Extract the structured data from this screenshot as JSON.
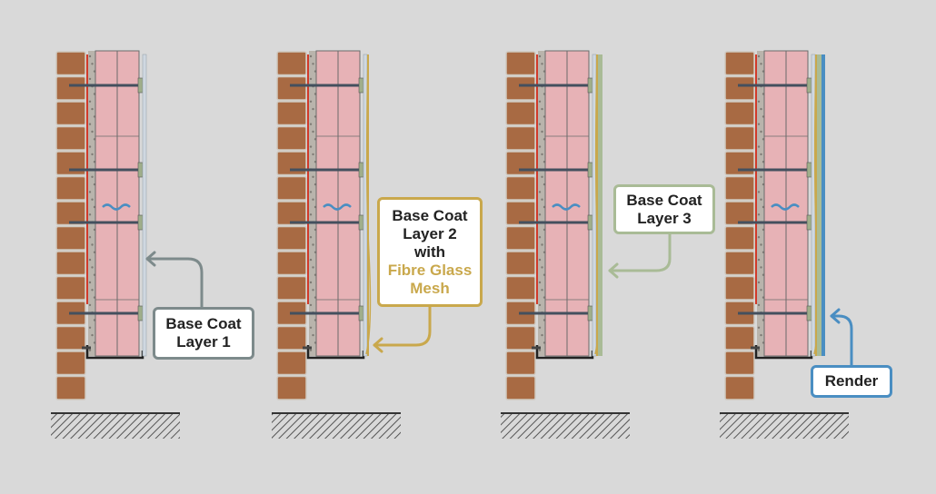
{
  "panels": [
    {
      "id": "panel-1",
      "label_lines": [
        "Base Coat",
        "Layer 1"
      ],
      "callout_color": "#7d8a8b"
    },
    {
      "id": "panel-2",
      "label_lines": [
        "Base Coat",
        "Layer 2",
        "with"
      ],
      "label_accent_lines": [
        "Fibre Glass",
        "Mesh"
      ],
      "callout_color": "#c9a84c"
    },
    {
      "id": "panel-3",
      "label_lines": [
        "Base Coat",
        "Layer 3"
      ],
      "callout_color": "#a9bb96"
    },
    {
      "id": "panel-4",
      "label_lines": [
        "Render"
      ],
      "callout_color": "#4a8ec2"
    }
  ],
  "colors": {
    "background": "#d9d9d9",
    "brick": "#a86a43",
    "brick_mortar": "#cfc9c0",
    "insulation_board": "#e7b2b6",
    "insulation_lines": "#6b6b6b",
    "fixing_anchor": "#44505e",
    "adhesive": "#b9b4ac",
    "red_line": "#d23a2a",
    "ground_hatch": "#555555",
    "layer_1": "#cfd8e0",
    "layer_2_mesh": "#c9a84c",
    "layer_3": "#a9bb96",
    "render": "#4a8ec2"
  }
}
